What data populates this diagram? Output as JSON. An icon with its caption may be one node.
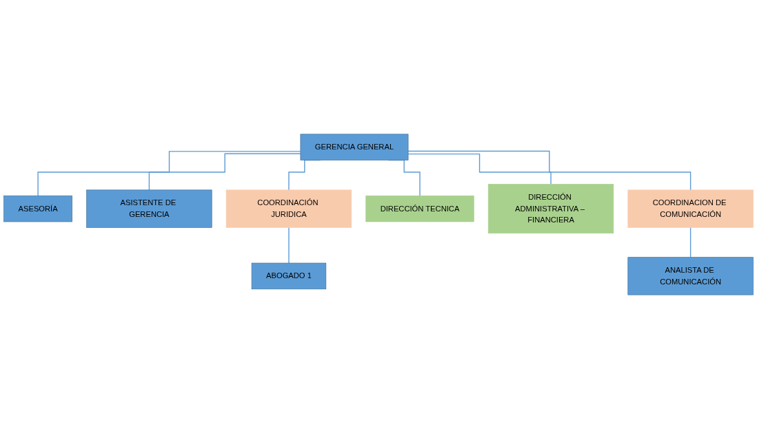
{
  "diagram": {
    "nodes": [
      {
        "text": [
          "GERENCIA GENERAL"
        ]
      },
      {
        "text": [
          "ASESORÍA"
        ]
      },
      {
        "text": [
          "ASISTENTE DE GERENCIA"
        ]
      },
      {
        "text": [
          "COORDINACIÓN JURIDICA"
        ]
      },
      {
        "text": [
          "DIRECCIÓN TECNICA"
        ]
      },
      {
        "text": [
          "DIRECCIÓN ADMINISTRATIVA – FINANCIERA"
        ]
      },
      {
        "text": [
          "COORDINACION DE COMUNICACIÓN"
        ]
      },
      {
        "text": [
          "ABOGADO 1"
        ]
      },
      {
        "text": [
          "ANALISTA DE COMUNICACIÓN"
        ]
      }
    ],
    "edges": [
      {
        "from": 0,
        "to": 1,
        "arrow": "none"
      },
      {
        "from": 0,
        "to": 2,
        "arrow": "none"
      },
      {
        "from": 0,
        "to": 3,
        "arrow": "none"
      },
      {
        "from": 0,
        "to": 4,
        "arrow": "none"
      },
      {
        "from": 0,
        "to": 5,
        "arrow": "none"
      },
      {
        "from": 0,
        "to": 6,
        "arrow": "none"
      },
      {
        "from": 3,
        "to": 7,
        "arrow": "none"
      },
      {
        "from": 6,
        "to": 8,
        "arrow": "none"
      }
    ]
  }
}
